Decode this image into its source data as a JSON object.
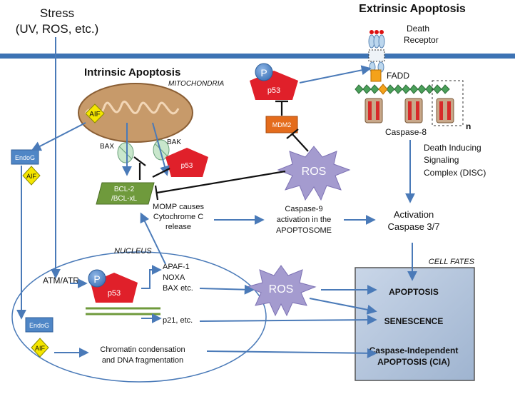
{
  "stress": {
    "line1": "Stress",
    "line2": "(UV, ROS, etc.)"
  },
  "extrinsic": {
    "title": "Extrinsic Apoptosis",
    "death_receptor_1": "Death",
    "death_receptor_2": "Receptor",
    "fadd": "FADD",
    "caspase8": "Caspase-8",
    "n": "n",
    "disc_1": "Death Inducing",
    "disc_2": "Signaling",
    "disc_3": "Complex (DISC)"
  },
  "intrinsic": {
    "title": "Intrinsic Apoptosis",
    "mitochondria": "MITOCHONDRIA",
    "aif": "AIF",
    "bax": "BAX",
    "bak": "BAK",
    "p53": "p53",
    "bcl_1": "BCL-2",
    "bcl_2": "/BCL-xL",
    "endog": "EndoG"
  },
  "p_badge": "P",
  "mdm2": "MDM2",
  "ros": "ROS",
  "momp_1": "MOMP causes",
  "momp_2": "Cytochrome C",
  "momp_3": "release",
  "casp9_1": "Caspase-9",
  "casp9_2": "activation in the",
  "casp9_3": "APOPTOSOME",
  "activation_1": "Activation",
  "activation_2": "Caspase 3/7",
  "nucleus": {
    "label": "NUCLEUS",
    "atm": "ATM/ATR",
    "targets_1": "APAF-1",
    "targets_2": "NOXA",
    "targets_3": "BAX etc.",
    "p21": "p21, etc.",
    "chromatin_1": "Chromatin condensation",
    "chromatin_2": "and DNA fragmentation"
  },
  "cell_fates": {
    "label": "CELL FATES",
    "apoptosis": "APOPTOSIS",
    "senescence": "SENESCENCE",
    "cia_1": "Caspase-Independent",
    "cia_2": "APOPTOSIS (CIA)"
  },
  "colors": {
    "arrow": "#4a7ab8",
    "membrane": "#3d73b4",
    "p53_red": "#e0202a",
    "bcl_green": "#6f9a3c",
    "ros_purple": "#a49bcf",
    "mdm2_orange": "#e46c1c",
    "aif_yellow": "#f5e600",
    "endog_blue": "#4f86c6",
    "fates_box": "#b3c4dc",
    "mito_tan": "#c79a6a"
  }
}
